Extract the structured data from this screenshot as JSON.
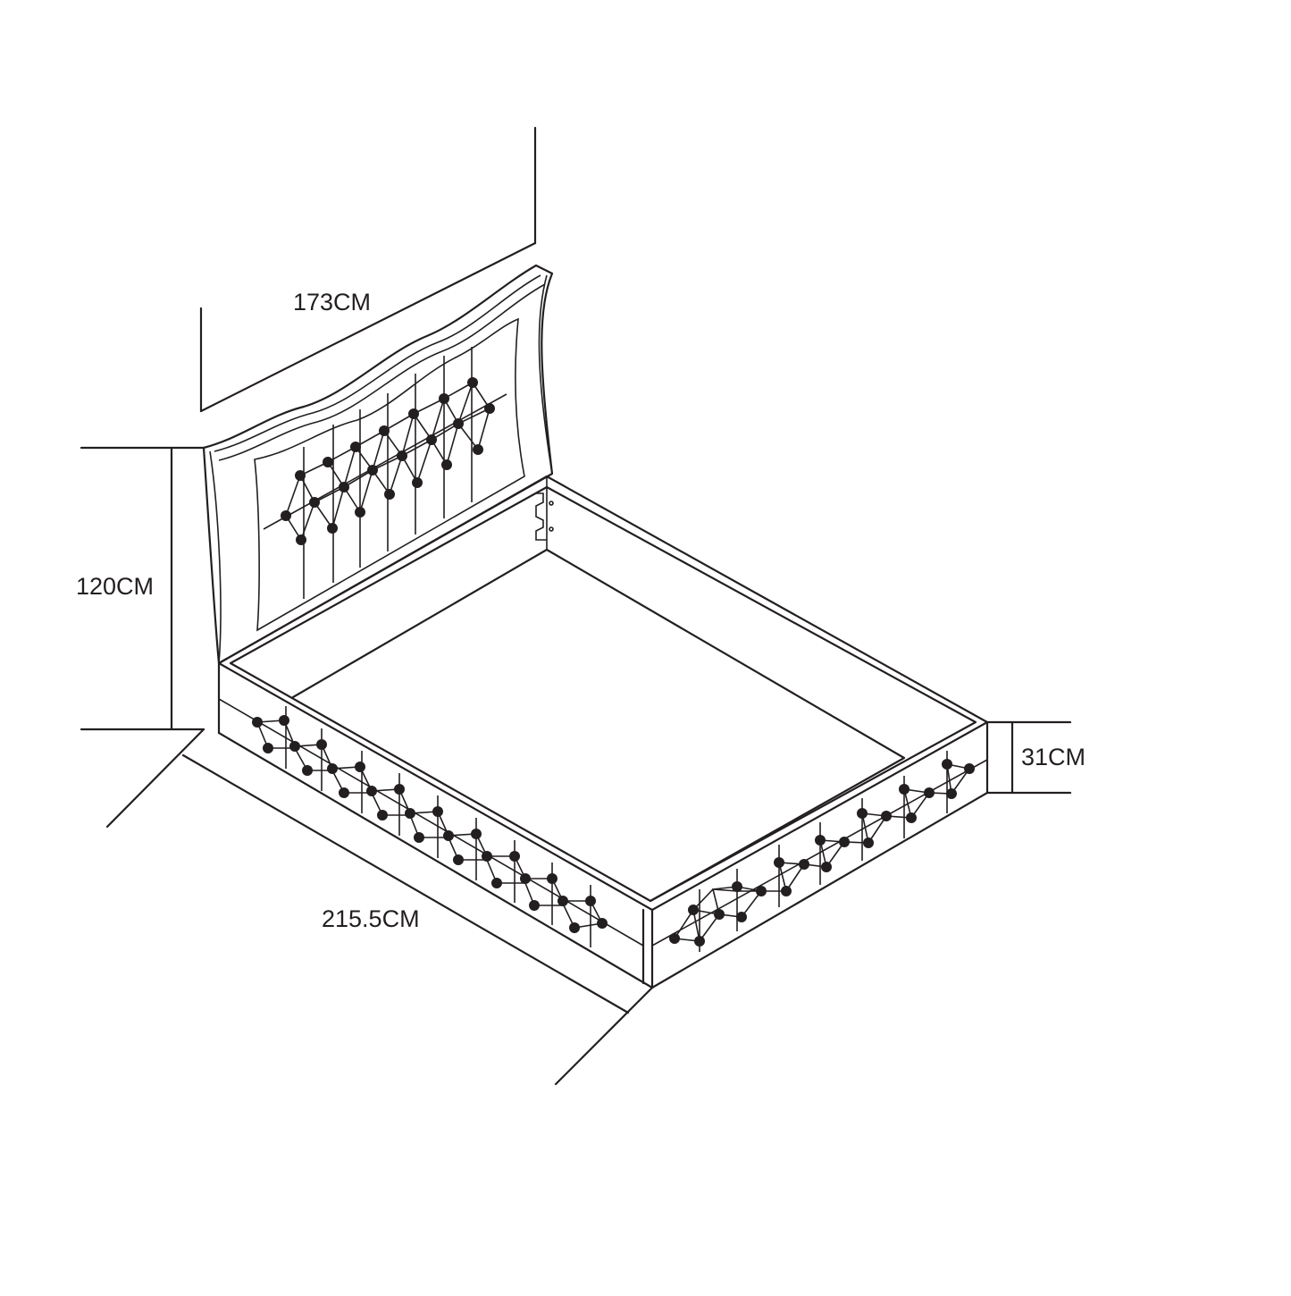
{
  "dimensions": {
    "headboard_width": "173CM",
    "headboard_height": "120CM",
    "bed_length": "215.5CM",
    "side_rail_height": "31CM"
  },
  "colors": {
    "line": "#231f20",
    "background": "#ffffff"
  }
}
